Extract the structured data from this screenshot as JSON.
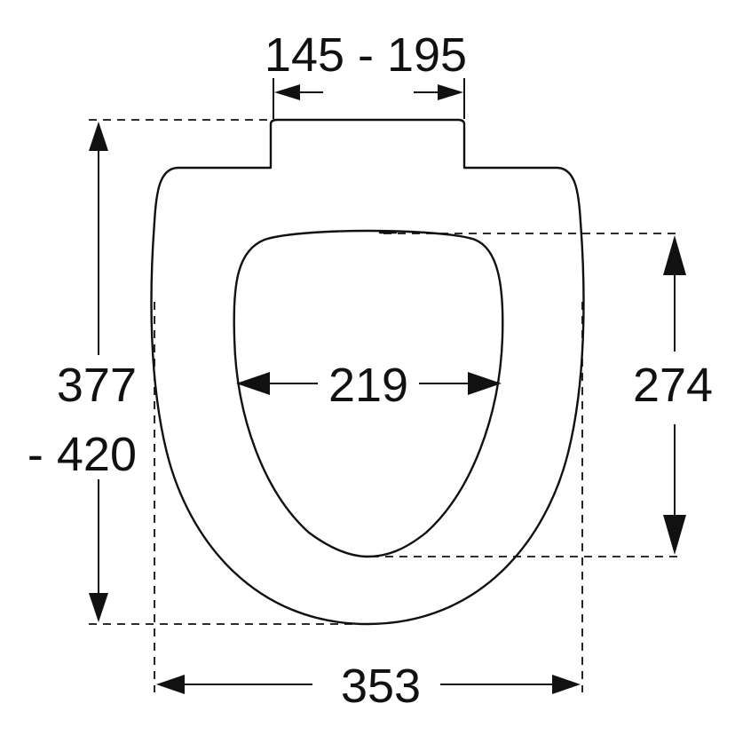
{
  "dimensions": {
    "hinge_spacing": "145 - 195",
    "length_line1": "377",
    "length_line2": "- 420",
    "inner_width": "219",
    "inner_length": "274",
    "outer_width": "353"
  },
  "colors": {
    "line": "#111111",
    "background": "#ffffff"
  }
}
